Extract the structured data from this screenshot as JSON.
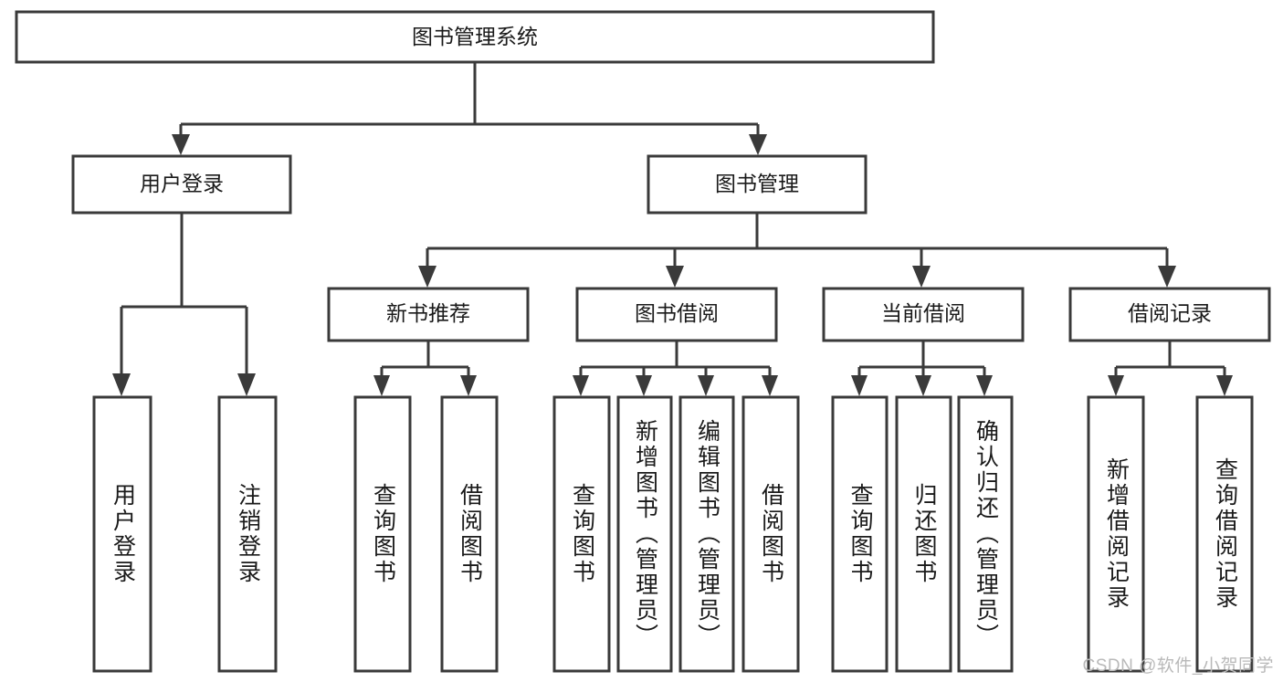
{
  "diagram": {
    "type": "tree-hierarchy",
    "title": "图书管理系统",
    "colors": {
      "background": "#ffffff",
      "box_fill": "#ffffff",
      "stroke": "#3a3a3a",
      "text": "#1a1a1a",
      "watermark": "#b9b9b9"
    },
    "root": {
      "label": "图书管理系统",
      "id": "root-book-management-system"
    },
    "level2": [
      {
        "id": "user-login",
        "label": "用户登录"
      },
      {
        "id": "book-management",
        "label": "图书管理"
      }
    ],
    "level3": [
      {
        "id": "new-book-recommend",
        "label": "新书推荐",
        "parent": "book-management"
      },
      {
        "id": "book-borrow",
        "label": "图书借阅",
        "parent": "book-management"
      },
      {
        "id": "current-borrow",
        "label": "当前借阅",
        "parent": "book-management"
      },
      {
        "id": "borrow-record",
        "label": "借阅记录",
        "parent": "book-management"
      }
    ],
    "leaves": [
      {
        "id": "leaf-user-login",
        "label": "用户登录",
        "parent": "user-login"
      },
      {
        "id": "leaf-logout-login",
        "label": "注销登录",
        "parent": "user-login"
      },
      {
        "id": "leaf-query-book-1",
        "label": "查询图书",
        "parent": "new-book-recommend"
      },
      {
        "id": "leaf-borrow-book-1",
        "label": "借阅图书",
        "parent": "new-book-recommend"
      },
      {
        "id": "leaf-query-book-2",
        "label": "查询图书",
        "parent": "book-borrow"
      },
      {
        "id": "leaf-add-book-admin",
        "label": "新增图书（管理员）",
        "parent": "book-borrow"
      },
      {
        "id": "leaf-edit-book-admin",
        "label": "编辑图书（管理员）",
        "parent": "book-borrow"
      },
      {
        "id": "leaf-borrow-book-2",
        "label": "借阅图书",
        "parent": "book-borrow"
      },
      {
        "id": "leaf-query-book-3",
        "label": "查询图书",
        "parent": "current-borrow"
      },
      {
        "id": "leaf-return-book",
        "label": "归还图书",
        "parent": "current-borrow"
      },
      {
        "id": "leaf-confirm-return-admin",
        "label": "确认归还（管理员）",
        "parent": "current-borrow"
      },
      {
        "id": "leaf-add-borrow-record",
        "label": "新增借阅记录",
        "parent": "borrow-record"
      },
      {
        "id": "leaf-query-borrow-record",
        "label": "查询借阅记录",
        "parent": "borrow-record"
      }
    ]
  },
  "watermark": {
    "text": "CSDN @软件_小贺同学"
  }
}
